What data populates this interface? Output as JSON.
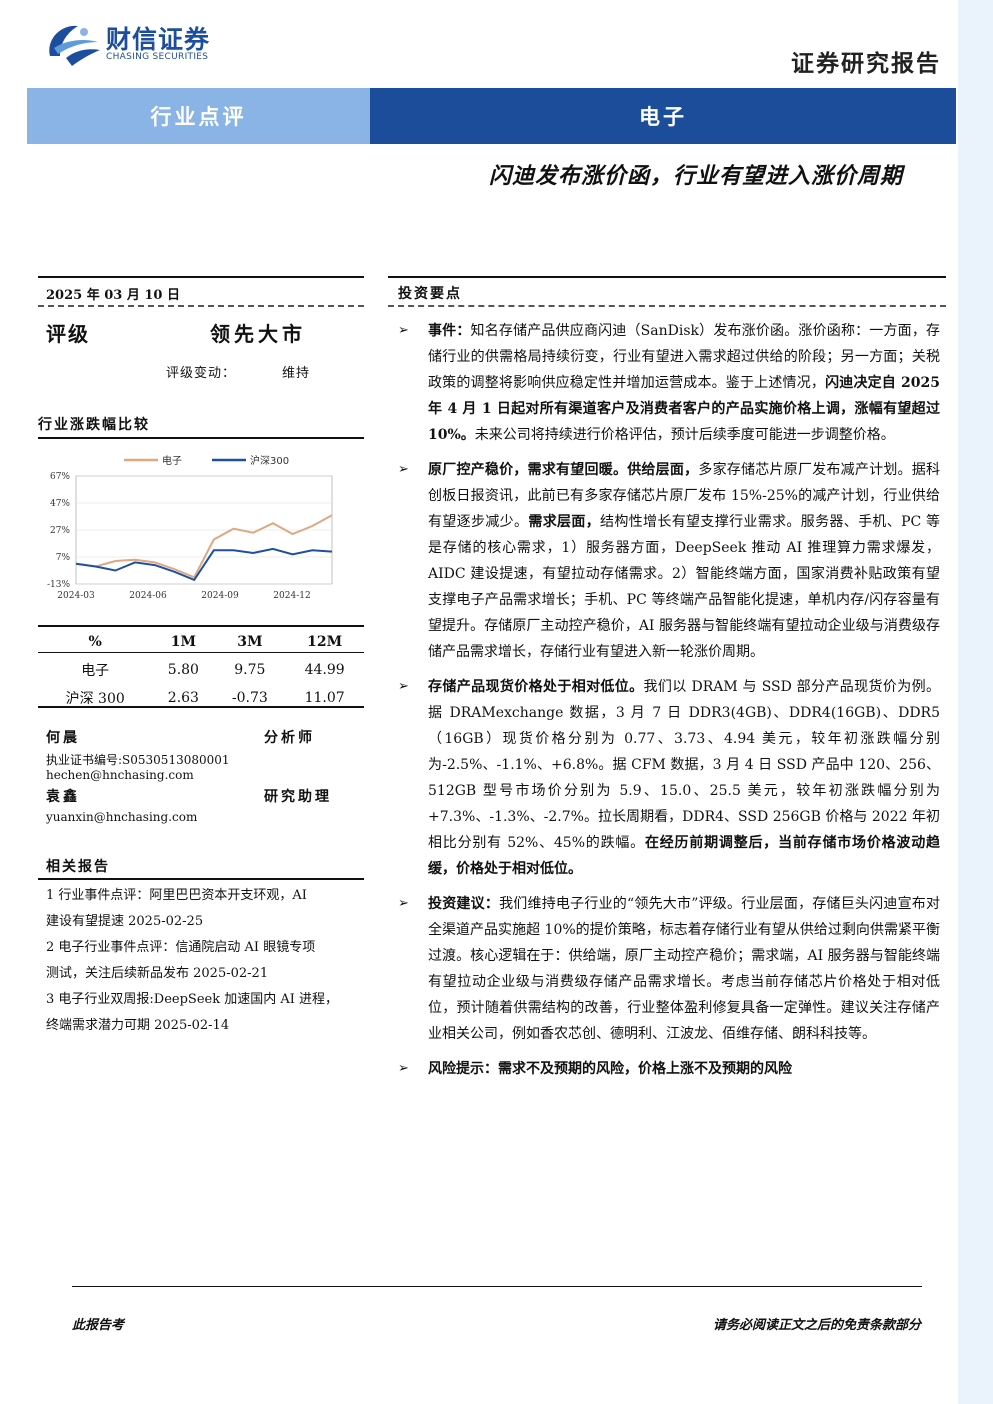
{
  "header": {
    "logo_cn": "财信证券",
    "logo_en": "CHASING SECURITIES",
    "report_type": "证券研究报告",
    "category": "行业点评",
    "sector": "电子",
    "title": "闪迪发布涨价函，行业有望进入涨价周期"
  },
  "sidebar": {
    "date": "2025 年 03 月 10 日",
    "rating_label": "评级",
    "rating_value": "领先大市",
    "rating_change_label": "评级变动：",
    "rating_change_value": "维持",
    "chart_section_title": "行业涨跌幅比较",
    "perf_table": {
      "headers": [
        "%",
        "1M",
        "3M",
        "12M"
      ],
      "rows": [
        [
          "电子",
          "5.80",
          "9.75",
          "44.99"
        ],
        [
          "沪深 300",
          "2.63",
          "-0.73",
          "11.07"
        ]
      ]
    },
    "analysts": [
      {
        "name": "何晨",
        "role": "分析师",
        "cert": "执业证书编号:S0530513080001",
        "email": "hechen@hnchasing.com"
      },
      {
        "name": "袁鑫",
        "role": "研究助理",
        "cert": "",
        "email": "yuanxin@hnchasing.com"
      }
    ],
    "related_title": "相关报告",
    "related": [
      {
        "line1": "1 行业事件点评：阿里巴巴资本开支环观，AI",
        "line2": "建设有望提速 2025-02-25"
      },
      {
        "line1": "2 电子行业事件点评：信通院启动 AI 眼镜专项",
        "line2": "测试，关注后续新品发布 2025-02-21"
      },
      {
        "line1": "3 电子行业双周报:DeepSeek 加速国内 AI 进程，",
        "line2": "终端需求潜力可期 2025-02-14"
      }
    ]
  },
  "main": {
    "section_title": "投资要点",
    "bullets": [
      {
        "head": "事件：",
        "t1": "知名存储产品供应商闪迪（SanDisk）发布涨价函。涨价函称：一方面，存储行业的供需格局持续衍变，行业有望进入需求超过供给的阶段；另一方面；关税政策的调整将影响供应稳定性并增加运营成本。鉴于上述情况，",
        "b1": "闪迪决定自 2025 年 4 月 1 日起对所有渠道客户及消费者客户的产品实施价格上调，涨幅有望超过 10%。",
        "t2": "未来公司将持续进行价格评估，预计后续季度可能进一步调整价格。",
        "b2": "",
        "t3": ""
      },
      {
        "head": "原厂控产稳价，需求有望回暖。供给层面，",
        "t1": "多家存储芯片原厂发布减产计划。据科创板日报资讯，此前已有多家存储芯片原厂发布 15%-25%的减产计划，行业供给有望逐步减少。",
        "b1": "需求层面，",
        "t2": "结构性增长有望支撑行业需求。服务器、手机、PC 等是存储的核心需求，1）服务器方面，DeepSeek 推动 AI 推理算力需求爆发，AIDC 建设提速，有望拉动存储需求。2）智能终端方面，国家消费补贴政策有望支撑电子产品需求增长；手机、PC 等终端产品智能化提速，单机内存/闪存容量有望提升。存储原厂主动控产稳价，AI 服务器与智能终端有望拉动企业级与消费级存储产品需求增长，存储行业有望进入新一轮涨价周期。",
        "b2": "",
        "t3": ""
      },
      {
        "head": "存储产品现货价格处于相对低位。",
        "t1": "我们以 DRAM 与 SSD 部分产品现货价为例。据 DRAMexchange 数据，3 月 7 日 DDR3(4GB)、DDR4(16GB)、DDR5（16GB）现货价格分别为 0.77、3.73、4.94 美元，较年初涨跌幅分别为-2.5%、-1.1%、+6.8%。据 CFM 数据，3 月 4 日 SSD 产品中 120、256、512GB 型号市场价分别为 5.9、15.0、25.5 美元，较年初涨跌幅分别为+7.3%、-1.3%、-2.7%。拉长周期看，DDR4、SSD 256GB 价格与 2022 年初相比分别有 52%、45%的跌幅。",
        "b1": "在经历前期调整后，当前存储市场价格波动趋缓，价格处于相对低位。",
        "t2": "",
        "b2": "",
        "t3": ""
      },
      {
        "head": "投资建议：",
        "t1": "我们维持电子行业的“领先大市”评级。行业层面，存储巨头闪迪宣布对全渠道产品实施超 10%的提价策略，标志着存储行业有望从供给过剩向供需紧平衡过渡。核心逻辑在于：供给端，原厂主动控产稳价；需求端，AI 服务器与智能终端有望拉动企业级与消费级存储产品需求增长。考虑当前存储芯片价格处于相对低位，预计随着供需结构的改善，行业整体盈利修复具备一定弹性。建议关注存储产业相关公司，例如香农芯创、德明利、江波龙、佰维存储、朗科科技等。",
        "b1": "",
        "t2": "",
        "b2": "",
        "t3": ""
      },
      {
        "head": "风险提示：需求不及预期的风险，价格上涨不及预期的风险",
        "t1": "",
        "b1": "",
        "t2": "",
        "b2": "",
        "t3": ""
      }
    ]
  },
  "footer": {
    "left": "此报告考",
    "right": "请务必阅读正文之后的免责条款部分"
  },
  "colors": {
    "band_light": "#8ab4e6",
    "band_dark": "#1c4d9b",
    "series_electronics": "#e0a87e",
    "series_csi300": "#1f4fa3"
  },
  "icons": {
    "bullet": "arrow-right-icon",
    "logo": "chasing-logo-icon"
  },
  "chart_data": {
    "type": "line",
    "title": "",
    "xlabel": "",
    "ylabel": "",
    "x_ticks": [
      "2024-03",
      "2024-06",
      "2024-09",
      "2024-12"
    ],
    "y_ticks": [
      "67%",
      "47%",
      "27%",
      "7%",
      "-13%"
    ],
    "ylim": [
      -13,
      67
    ],
    "legend_position": "top",
    "x": [
      "2024-03",
      "2024-04",
      "2024-05",
      "2024-06",
      "2024-07",
      "2024-08",
      "2024-09",
      "2024-09b",
      "2024-10",
      "2024-11",
      "2024-12",
      "2025-01",
      "2025-02",
      "2025-03"
    ],
    "series": [
      {
        "name": "电子",
        "values": [
          2,
          0,
          4,
          5,
          3,
          -2,
          -8,
          20,
          28,
          25,
          32,
          24,
          30,
          38
        ]
      },
      {
        "name": "沪深300",
        "values": [
          2,
          0,
          -3,
          3,
          1,
          -4,
          -10,
          12,
          12,
          10,
          13,
          9,
          12,
          11
        ]
      }
    ]
  }
}
